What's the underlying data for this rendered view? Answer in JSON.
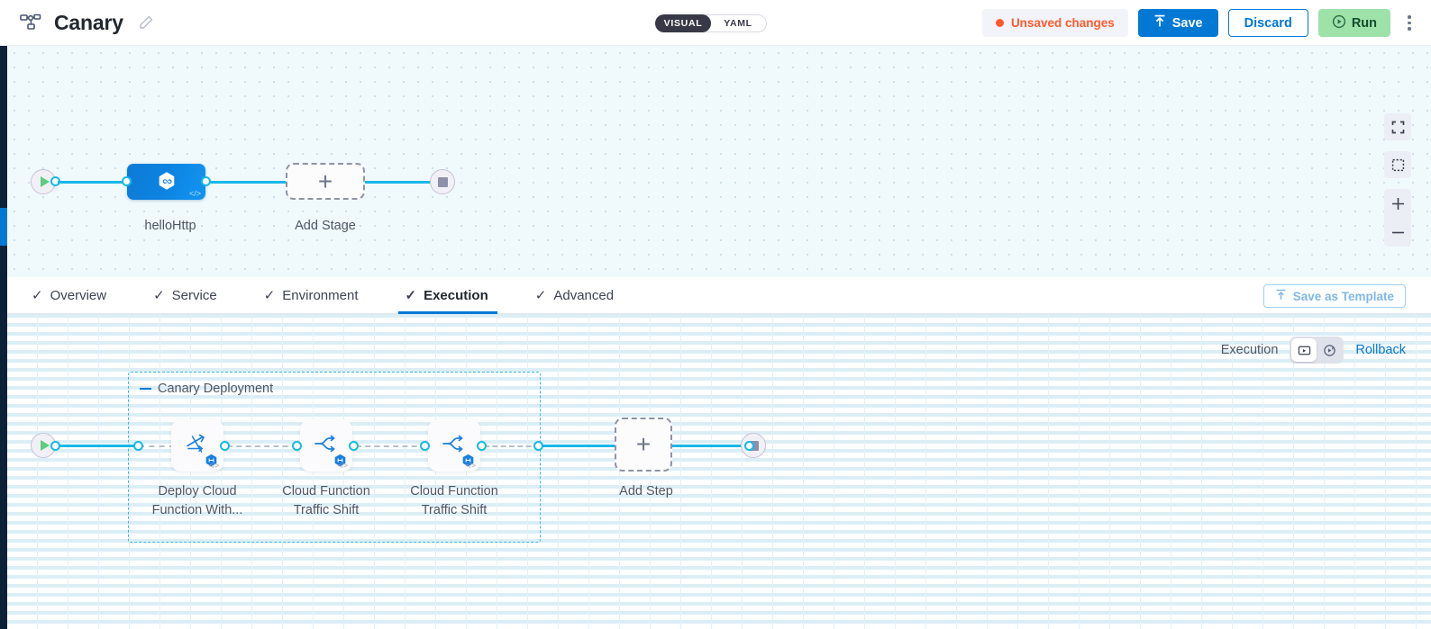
{
  "header": {
    "pipeline_icon": "pipeline-nodes-icon",
    "title": "Canary",
    "edit_icon": "pencil-icon",
    "view_toggle": {
      "visual": "VISUAL",
      "yaml": "YAML",
      "selected": "VISUAL"
    },
    "unsaved_label": "Unsaved changes",
    "save_label": "Save",
    "discard_label": "Discard",
    "run_label": "Run",
    "more_menu": "kebab-menu-icon",
    "colors": {
      "unsaved": "#ff5b2e",
      "primary": "#0278d5",
      "run_bg": "#9ee2a9",
      "toggle_active_bg": "#383946"
    }
  },
  "stage_canvas": {
    "start_node": "start-node",
    "end_node": "end-node",
    "stages": [
      {
        "label": "helloHttp",
        "icon": "harness-hexagon-icon",
        "code_badge": "</>"
      }
    ],
    "add_stage_label": "Add Stage",
    "controls": [
      "fullscreen-icon",
      "select-area-icon",
      "zoom-in-icon",
      "zoom-out-icon"
    ]
  },
  "tabs": [
    {
      "label": "Overview",
      "check": "✓",
      "active": false
    },
    {
      "label": "Service",
      "check": "✓",
      "active": false
    },
    {
      "label": "Environment",
      "check": "✓",
      "active": false
    },
    {
      "label": "Execution",
      "check": "✓",
      "active": true
    },
    {
      "label": "Advanced",
      "check": "✓",
      "active": false
    }
  ],
  "save_as_template_label": "Save as Template",
  "execution_bar": {
    "execution_label": "Execution",
    "toggle": {
      "execution_icon": "execution-view-icon",
      "rollback_icon": "rollback-view-icon",
      "selected": "execution"
    },
    "rollback_label": "Rollback"
  },
  "execution_canvas": {
    "group": {
      "title": "Canary Deployment",
      "collapse_handle": "collapse-dash-icon",
      "steps": [
        {
          "label_line1": "Deploy Cloud",
          "label_line2": "Function With...",
          "icon": "deploy-function-icon",
          "badge": "harness-blue-hex-badge",
          "code_badge": "</>"
        },
        {
          "label_line1": "Cloud Function",
          "label_line2": "Traffic Shift",
          "icon": "traffic-shift-icon",
          "badge": "harness-blue-hex-badge",
          "code_badge": "</>"
        },
        {
          "label_line1": "Cloud Function",
          "label_line2": "Traffic Shift",
          "icon": "traffic-shift-icon",
          "badge": "harness-blue-hex-badge",
          "code_badge": "</>"
        }
      ]
    },
    "add_step_label": "Add Step",
    "start_node": "start-node",
    "end_node": "end-node"
  }
}
